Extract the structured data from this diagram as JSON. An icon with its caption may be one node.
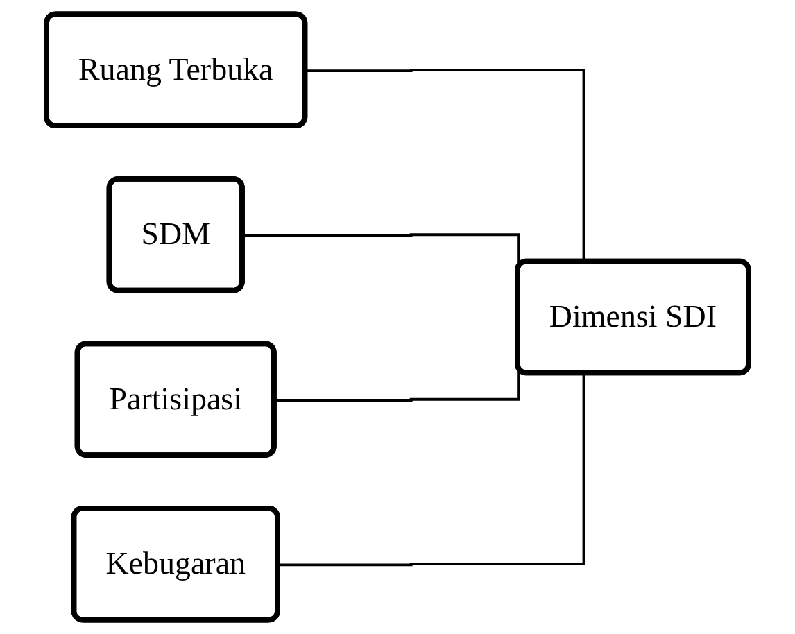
{
  "diagram": {
    "nodes": [
      {
        "text": [
          "Ruang Terbuka"
        ]
      },
      {
        "text": [
          "SDM"
        ]
      },
      {
        "text": [
          "Partisipasi"
        ]
      },
      {
        "text": [
          "Kebugaran"
        ]
      },
      {
        "text": [
          "Dimensi SDI"
        ]
      }
    ],
    "edges": [
      {
        "from": 0,
        "to": 4,
        "arrow": "none"
      },
      {
        "from": 1,
        "to": 4,
        "arrow": "none"
      },
      {
        "from": 2,
        "to": 4,
        "arrow": "none"
      },
      {
        "from": 3,
        "to": 4,
        "arrow": "none"
      }
    ]
  }
}
